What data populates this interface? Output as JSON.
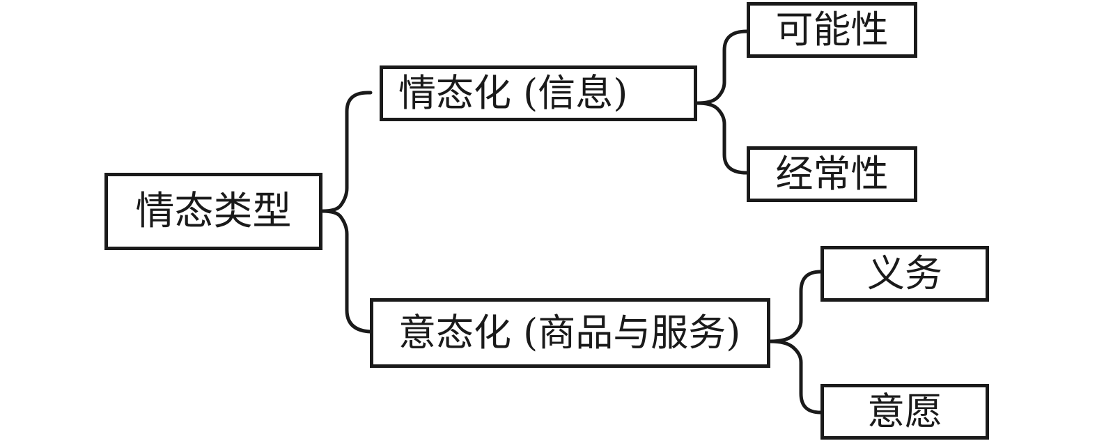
{
  "diagram": {
    "root": {
      "label": "情态类型"
    },
    "branches": [
      {
        "label": "情态化 (信息)",
        "children": [
          {
            "label": "可能性"
          },
          {
            "label": "经常性"
          }
        ]
      },
      {
        "label": "意态化 (商品与服务)",
        "children": [
          {
            "label": "义务"
          },
          {
            "label": "意愿"
          }
        ]
      }
    ],
    "colors": {
      "line": "#1a1a1a",
      "box_fill": "#ffffff",
      "text": "#1a1a1a"
    }
  }
}
